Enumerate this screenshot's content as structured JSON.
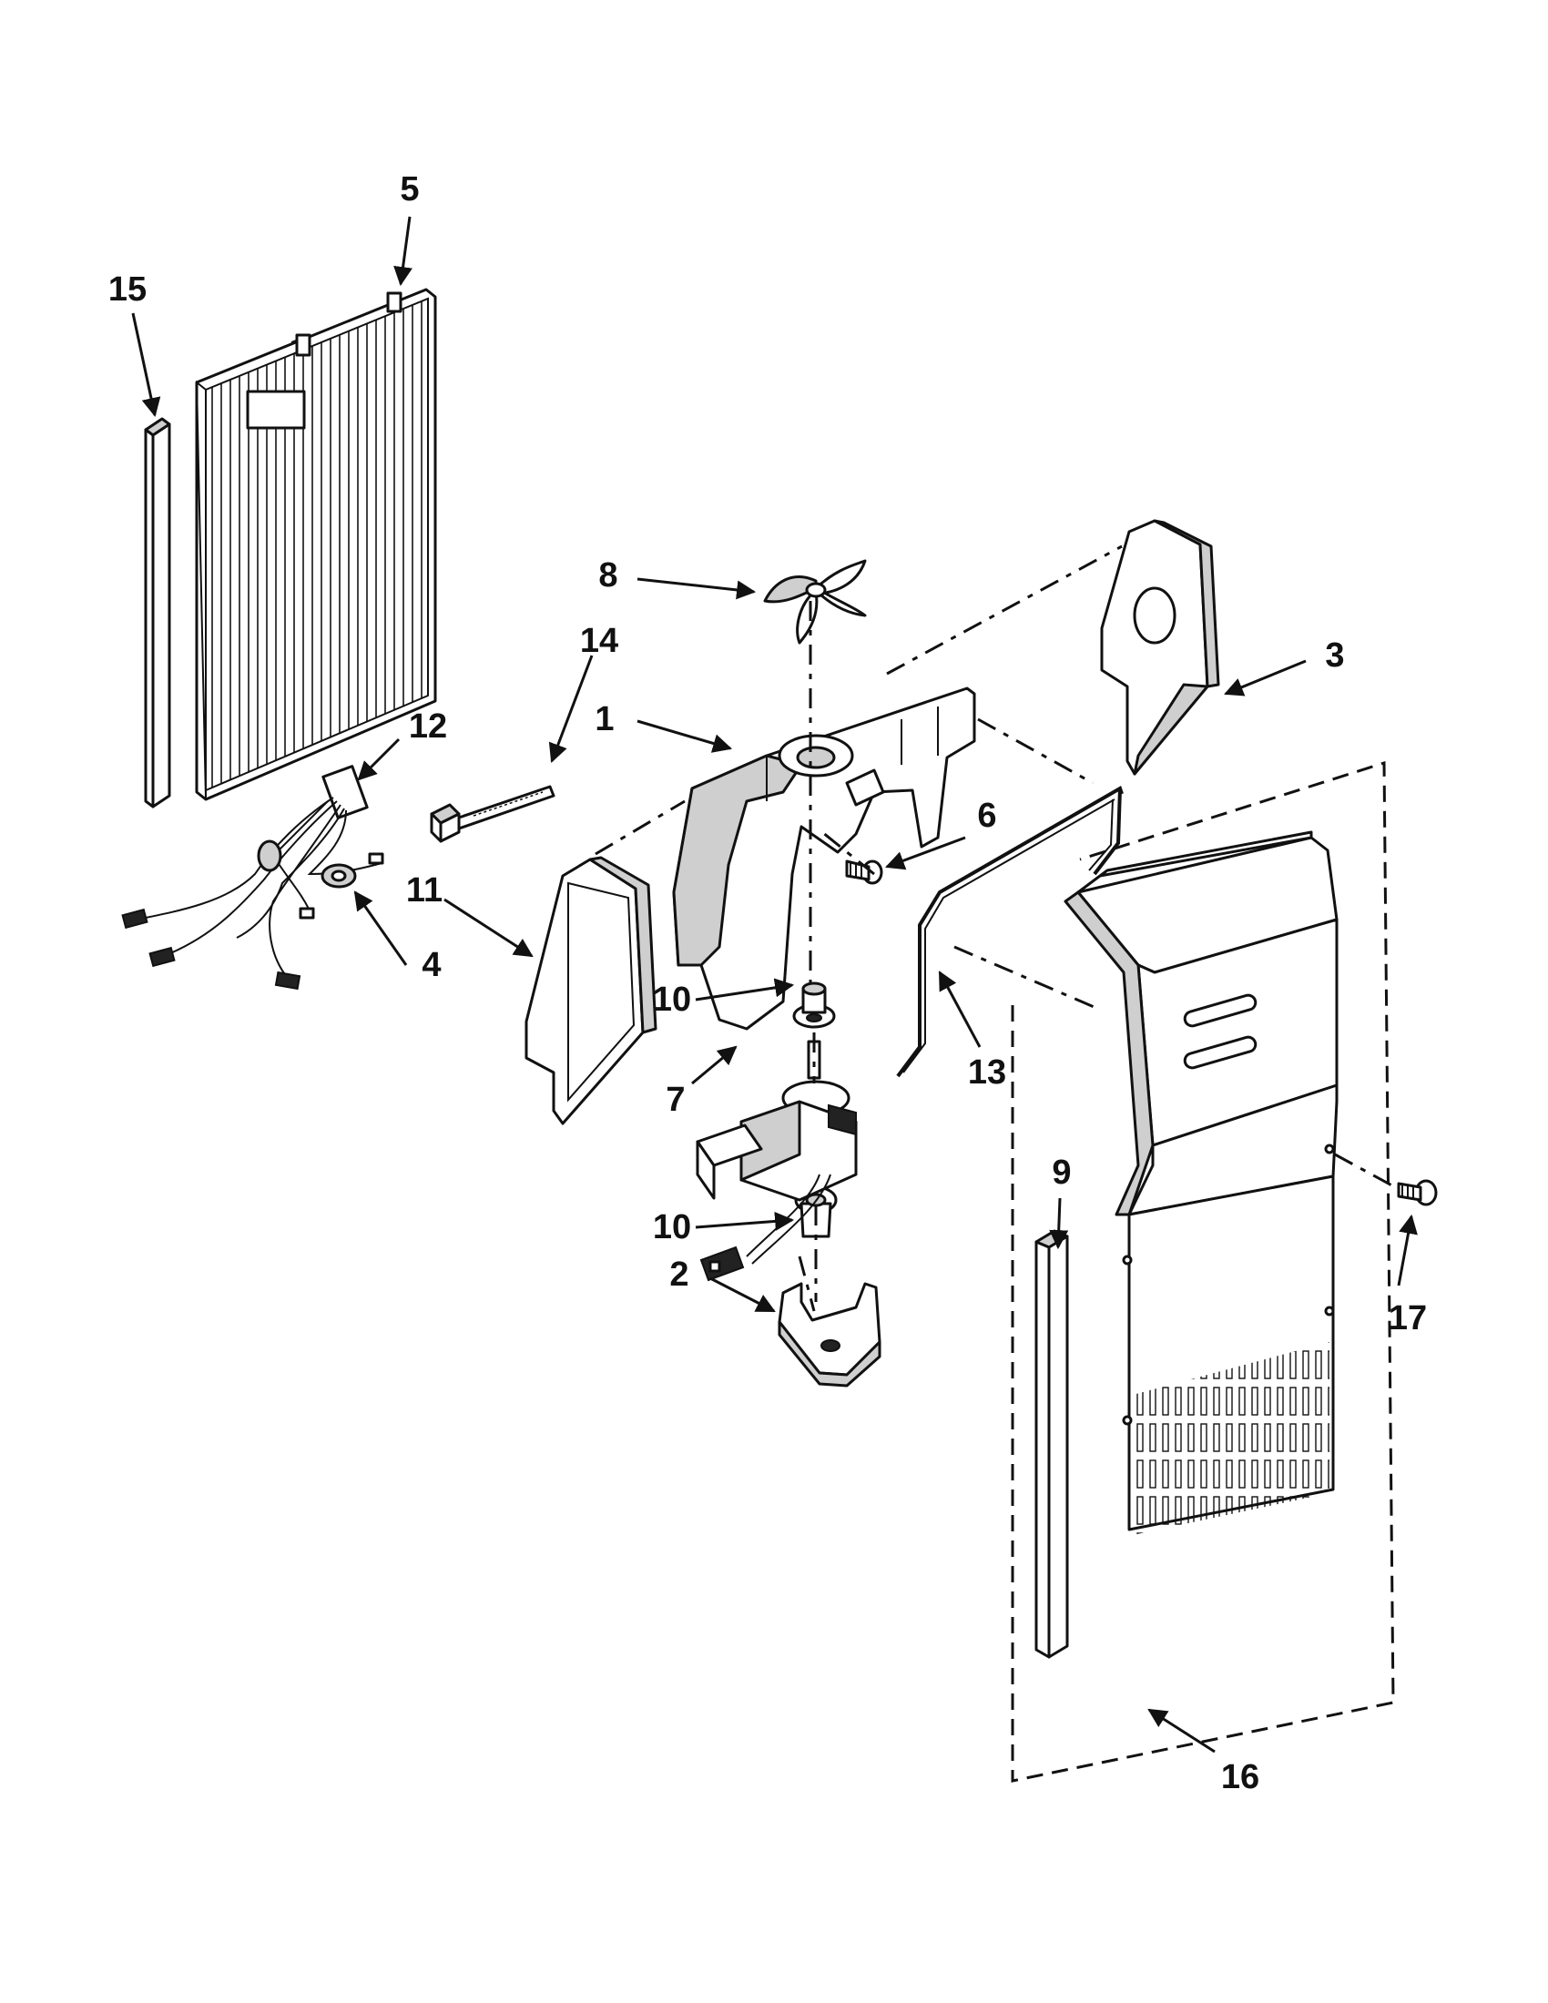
{
  "diagram": {
    "callouts": [
      {
        "id": "c1",
        "number": "1"
      },
      {
        "id": "c2",
        "number": "2"
      },
      {
        "id": "c3",
        "number": "3"
      },
      {
        "id": "c4",
        "number": "4"
      },
      {
        "id": "c5",
        "number": "5"
      },
      {
        "id": "c6",
        "number": "6"
      },
      {
        "id": "c7",
        "number": "7"
      },
      {
        "id": "c8",
        "number": "8"
      },
      {
        "id": "c9",
        "number": "9"
      },
      {
        "id": "c10a",
        "number": "10"
      },
      {
        "id": "c10b",
        "number": "10"
      },
      {
        "id": "c11",
        "number": "11"
      },
      {
        "id": "c12",
        "number": "12"
      },
      {
        "id": "c13",
        "number": "13"
      },
      {
        "id": "c14",
        "number": "14"
      },
      {
        "id": "c15",
        "number": "15"
      },
      {
        "id": "c16",
        "number": "16"
      },
      {
        "id": "c17",
        "number": "17"
      }
    ]
  }
}
